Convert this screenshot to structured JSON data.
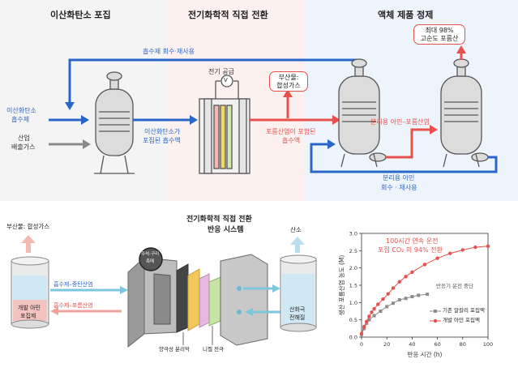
{
  "top": {
    "sections": [
      {
        "title": "이산화탄소 포집"
      },
      {
        "title": "전기화학적 직접 전환"
      },
      {
        "title": "액체 제품 정제"
      }
    ],
    "absorbent_recycle": "흡수제 회수·재사용",
    "co2_absorbent": [
      "이산화탄소",
      "흡수제"
    ],
    "flue_gas": [
      "산업",
      "배출가스"
    ],
    "power_supply": "전기 공급",
    "volt_symbol": "V",
    "loaded_absorbent": [
      "이산화탄소가",
      "포집된 흡수액"
    ],
    "byproduct": [
      "부산물:",
      "합성가스"
    ],
    "formate_solution": [
      "포름산염이 포함된",
      "흡수액"
    ],
    "product": [
      "최대 98%",
      "고순도 포름산"
    ],
    "separation_label": "분리용 아민–포름산염",
    "amine_recycle": [
      "분리용 아민",
      "회수 · 재사용"
    ]
  },
  "bottom": {
    "byproduct": "부산물: 합성가스",
    "absorber": [
      "개발 아민",
      "포집제"
    ],
    "to_cell": "흡수제–중탄산염",
    "from_cell": "흡수제–포름산염",
    "system_title": [
      "전기화학적 직접 전환",
      "반응 시스템"
    ],
    "catalyst": [
      "주석-구리",
      "촉매"
    ],
    "membrane": "양극성 분리막",
    "nickel": "니켈 전극",
    "oxygen": "산소",
    "anolyte": [
      "산화극",
      "전해질"
    ]
  },
  "chart_data": {
    "type": "scatter",
    "title": "",
    "annotation_lines": [
      "100시간 연속 운전",
      "포집 CO₂ 의 94% 전환"
    ],
    "note": "반응기 운전 중단",
    "xlabel": "반응 시간 (h)",
    "ylabel": "생산 포름산염 농도 (M)",
    "xlim": [
      0,
      100
    ],
    "ylim": [
      0,
      3.0
    ],
    "xticks": [
      0,
      20,
      40,
      60,
      80,
      100
    ],
    "yticks": [
      0.0,
      0.5,
      1.0,
      1.5,
      2.0,
      2.5,
      3.0
    ],
    "legend_position": "bottom-right",
    "series": [
      {
        "name": "기존 알칼리 포집액",
        "color": "#8c8c8c",
        "x": [
          0,
          2,
          4,
          6,
          10,
          15,
          20,
          25,
          30,
          35,
          40,
          45,
          52
        ],
        "y": [
          0.08,
          0.25,
          0.4,
          0.5,
          0.62,
          0.75,
          0.88,
          0.98,
          1.08,
          1.12,
          1.17,
          1.21,
          1.24
        ]
      },
      {
        "name": "개발 아민 포집액",
        "color": "#e8504e",
        "x": [
          0,
          2,
          4,
          6,
          8,
          10,
          13,
          17,
          21,
          25,
          30,
          35,
          40,
          50,
          60,
          70,
          80,
          90,
          100
        ],
        "y": [
          0.1,
          0.3,
          0.45,
          0.6,
          0.72,
          0.82,
          0.95,
          1.1,
          1.25,
          1.42,
          1.6,
          1.75,
          1.88,
          2.1,
          2.28,
          2.42,
          2.52,
          2.6,
          2.63
        ]
      }
    ]
  }
}
